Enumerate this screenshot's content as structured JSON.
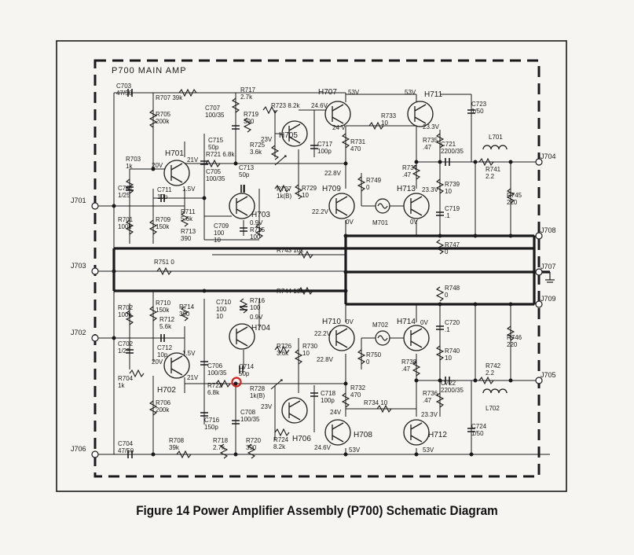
{
  "figure_caption": "Figure 14  Power Amplifier Assembly (P700) Schematic Diagram",
  "module_title": "P700  MAIN AMP",
  "jacks": {
    "j701": "J701",
    "j702": "J702",
    "j703": "J703",
    "j706": "J706",
    "j704": "J704",
    "j705": "J705",
    "j707": "J707",
    "j708": "J708",
    "j709": "J709"
  },
  "transistors": {
    "h701": "H701",
    "h702": "H702",
    "h703": "H703",
    "h704": "H704",
    "h705": "H705",
    "h706": "H706",
    "h707": "H707",
    "h708": "H708",
    "h709": "H709",
    "h710": "H710",
    "h711": "H711",
    "h712": "H712",
    "h713": "H713",
    "h714": "H714"
  },
  "parts": {
    "c703": [
      "C703",
      "47/50"
    ],
    "r707": [
      "R707 39k"
    ],
    "r705": [
      "R705",
      "200k"
    ],
    "r703": [
      "R703",
      "1k"
    ],
    "c701": [
      "C701",
      "1/25"
    ],
    "r701": [
      "R701",
      "100k"
    ],
    "c711": [
      "C711",
      "10p"
    ],
    "r709": [
      "R709",
      "150k"
    ],
    "r711": [
      "R711",
      "5.6k"
    ],
    "r713": [
      "R713",
      "390"
    ],
    "r717": [
      "R717",
      "2.7k"
    ],
    "c707": [
      "C707",
      "100/35"
    ],
    "r719": [
      "R719",
      "390"
    ],
    "c715": [
      "C715",
      "50p"
    ],
    "r721": [
      "R721 6.8k"
    ],
    "c705": [
      "C705",
      "100/35"
    ],
    "c713": [
      "C713",
      "50p"
    ],
    "c709": [
      "C709",
      "100",
      "10"
    ],
    "r715": [
      "R715",
      "100"
    ],
    "r723": [
      "R723 8.2k"
    ],
    "r725": [
      "R725",
      "3.6k"
    ],
    "c717": [
      "C717",
      "100p"
    ],
    "r727": [
      "R727",
      "1k(B)"
    ],
    "r729": [
      "R729",
      "10"
    ],
    "r731": [
      "R731",
      "470"
    ],
    "r733": [
      "R733",
      "10"
    ],
    "r735": [
      "R735",
      ".47"
    ],
    "r737": [
      "R737",
      ".47"
    ],
    "r739": [
      "R739",
      "10"
    ],
    "r749": [
      "R749",
      "0"
    ],
    "m701": [
      "M701"
    ],
    "c719": [
      "C719",
      ".1"
    ],
    "c723": [
      "C723",
      "1/50"
    ],
    "c721": [
      "C721",
      "2200/35"
    ],
    "l701": [
      "L701"
    ],
    "r741": [
      "R741",
      "2.2"
    ],
    "r745": [
      "R745",
      "220"
    ],
    "r743": [
      "R743 10k"
    ],
    "r747": [
      "R747",
      "0"
    ],
    "r751": [
      "R751  0"
    ],
    "r744": [
      "R744 10k"
    ],
    "r748": [
      "R748",
      "0"
    ],
    "r702": [
      "R702",
      "100k"
    ],
    "r710": [
      "R710",
      "150k"
    ],
    "r712": [
      "R712",
      "5.6k"
    ],
    "r714": [
      "R714",
      "390"
    ],
    "c710": [
      "C710",
      "100",
      "10"
    ],
    "r716": [
      "R716",
      "100"
    ],
    "c702": [
      "C702",
      "1/25"
    ],
    "c712": [
      "C712",
      "10p"
    ],
    "r704": [
      "R704",
      "1k"
    ],
    "c706": [
      "C706",
      "100/35"
    ],
    "c714": [
      "C714",
      "50p"
    ],
    "r706": [
      "R706",
      "200k"
    ],
    "r722": [
      "R722",
      "6.8k"
    ],
    "c716": [
      "C716",
      "150p"
    ],
    "c708": [
      "C708",
      "100/35"
    ],
    "c704": [
      "C704",
      "47/50"
    ],
    "r708": [
      "R708",
      "39k"
    ],
    "r718": [
      "R718",
      "2.7k"
    ],
    "r720": [
      "R720",
      "390"
    ],
    "r726": [
      "R726",
      "3.6k"
    ],
    "r730": [
      "R730",
      "10"
    ],
    "r728": [
      "R728",
      "1k(B)"
    ],
    "c718": [
      "C718",
      "100p"
    ],
    "r724": [
      "R724",
      "8.2k"
    ],
    "r732": [
      "R732",
      "470"
    ],
    "r734": [
      "R734 10"
    ],
    "r750": [
      "R750",
      "0"
    ],
    "m702": [
      "M702"
    ],
    "c720": [
      "C720",
      ".1"
    ],
    "r740": [
      "R740",
      "10"
    ],
    "r738": [
      "R738",
      ".47"
    ],
    "r736": [
      "R736",
      ".47"
    ],
    "r746": [
      "R746",
      "220"
    ],
    "r742": [
      "R742",
      "2.2"
    ],
    "c722": [
      "C722",
      "2200/35"
    ],
    "l702": [
      "L702"
    ],
    "c724": [
      "C724",
      "1/50"
    ]
  },
  "voltages": {
    "v20a": "20V",
    "v15a": "1.5V",
    "v21a": "21V",
    "v09a": "0.9V",
    "v23a": "23V",
    "v246a": "24.6V",
    "v53a": "53V",
    "v24a": "24 V",
    "v53b": "53V",
    "v233a": "23.3V",
    "v228a": "22.8V",
    "v233b": "23.3V",
    "v222a": "22.2V",
    "v0a": "0V",
    "v0b": "0V",
    "v0c": "0V",
    "v09b": "0.9V",
    "v20b": "20V",
    "v15b": "1.5V",
    "v21b": "21V",
    "v222b": "22.2V",
    "v228b": "22.8V",
    "v0d": "0V",
    "v23b": "23V",
    "v24b": "24V",
    "v233c": "23.3V",
    "v246b": "24.6V",
    "v53c": "53V",
    "v53d": "53V"
  },
  "annotation_color": "#d42020"
}
